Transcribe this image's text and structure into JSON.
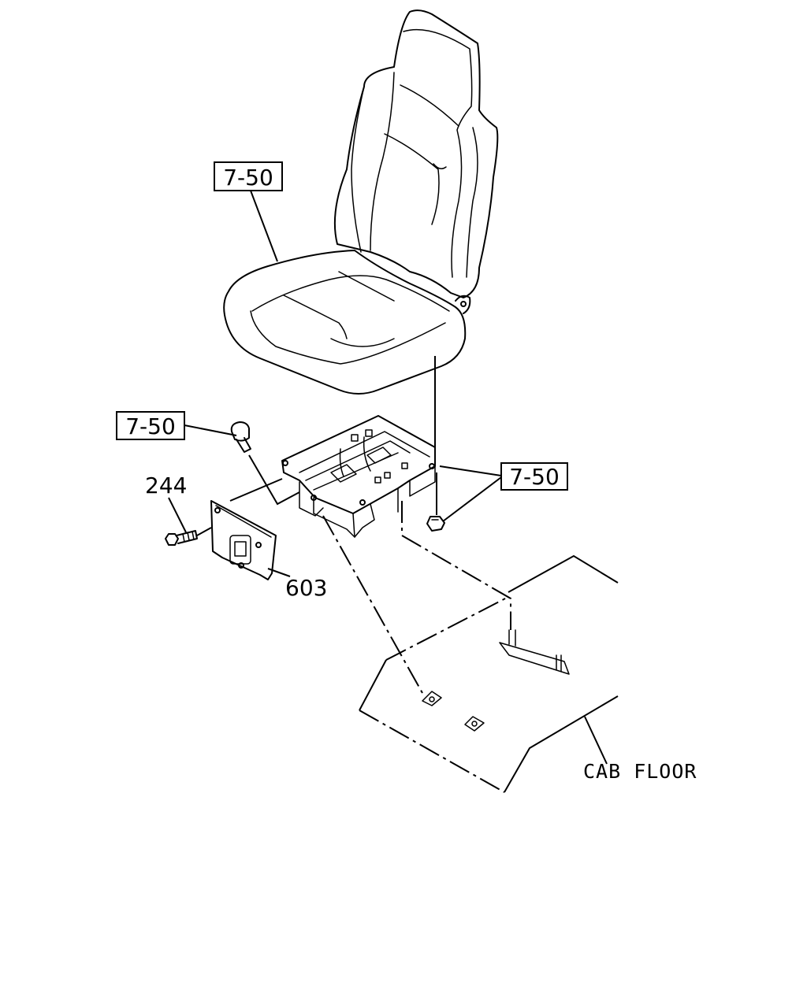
{
  "labels": {
    "seat_ref": "7-50",
    "bolt_ref": "7-50",
    "nut_ref": "7-50",
    "bolt_part": "244",
    "cover_part": "603",
    "floor_label": "CAB FLOOR"
  }
}
